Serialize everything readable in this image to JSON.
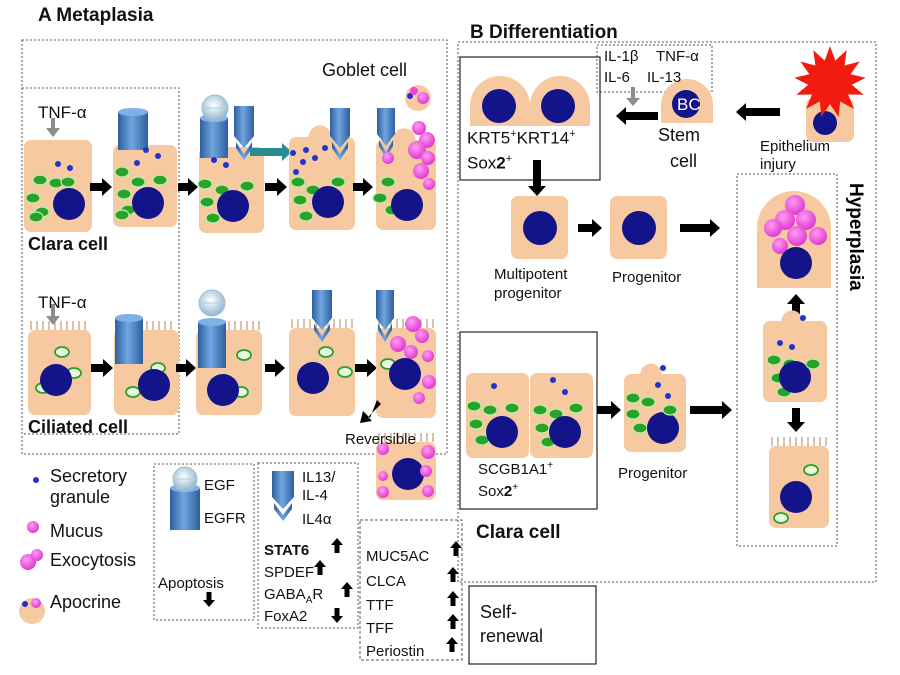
{
  "panel_a": {
    "title": "A  Metaplasia",
    "goblet_cell": "Goblet cell",
    "tnf1": "TNF-α",
    "tnf2": "TNF-α",
    "clara_cell": "Clara cell",
    "ciliated_cell": "Ciliated cell",
    "reversible": "Reversible"
  },
  "panel_b": {
    "title": "B  Differentiation",
    "cytokines": [
      "IL-1β",
      "TNF-α",
      "IL-6",
      "IL-13"
    ],
    "bc_label": "BC",
    "stem_cell": [
      "Stem",
      "cell"
    ],
    "epithelium_injury": [
      "Epithelium",
      "injury"
    ],
    "krt_line1_a": "KRT5",
    "krt_line1_b": "KRT14",
    "plus": "+",
    "sox_base": "Sox",
    "sox_two": "2",
    "multipotent": [
      "Multipotent",
      "progenitor"
    ],
    "progenitor_top": "Progenitor",
    "progenitor_bottom": "Progenitor",
    "hyperplasia": "Hyperplasia",
    "scgb": "SCGB1A1",
    "clara_cell": "Clara cell",
    "self_renewal": [
      "Self-",
      "renewal"
    ]
  },
  "legend": {
    "secretory": [
      "Secretory",
      "granule"
    ],
    "mucus": "Mucus",
    "exocytosis": "Exocytosis",
    "apocrine": "Apocrine",
    "egf": "EGF",
    "egfr": "EGFR",
    "apoptosis": "Apoptosis",
    "il13": [
      "IL13/",
      "IL-4"
    ],
    "il4a": "IL4α",
    "stat6": "STAT6",
    "spdef": "SPDEF",
    "gaba_base": "GABA",
    "gaba_sub": "A",
    "gaba_end": "R",
    "foxa2": "FoxA2",
    "markers": [
      "MUC5AC",
      "CLCA",
      "TTF",
      "TFF",
      "Periostin"
    ]
  },
  "colors": {
    "cell": "#f7c9a0",
    "nucleus": "#13138a",
    "granule_green": "#2aa12a",
    "mucus": "#ee44dd",
    "secretory": "#2233cc",
    "receptor": "#3b74b8",
    "injury": "#f21b0f",
    "arrow": "#000000",
    "teal_arrow": "#2a8c92",
    "grey_arrow": "#8c8c8c"
  },
  "arrow_directions": {
    "stat6": "up",
    "spdef": "up",
    "gaba_a_r": "up",
    "foxa2": "down",
    "apoptosis": "down",
    "muc5ac": "up",
    "clca": "up",
    "ttf": "up",
    "tff": "up",
    "periostin": "up"
  }
}
